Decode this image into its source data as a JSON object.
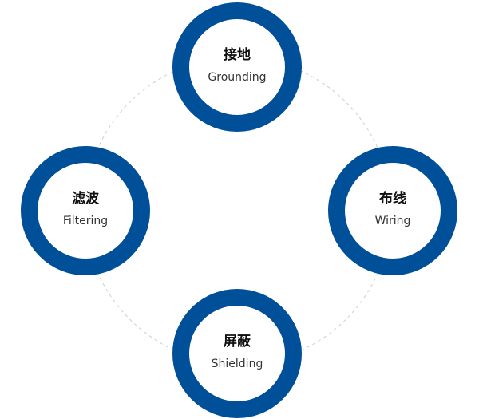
{
  "diagram": {
    "nodes": {
      "top": {
        "cn": "接地",
        "en": "Grounding"
      },
      "right": {
        "cn": "布线",
        "en": "Wiring"
      },
      "bottom": {
        "cn": "屏蔽",
        "en": "Shielding"
      },
      "left": {
        "cn": "滤波",
        "en": "Filtering"
      }
    },
    "colors": {
      "ring": "#004f99",
      "orbit": "#cfcfcf"
    }
  }
}
